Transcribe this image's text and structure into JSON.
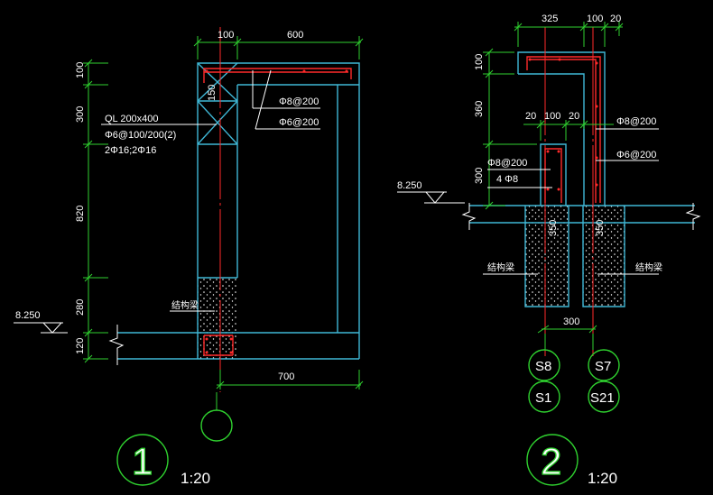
{
  "colors": {
    "background": "#000000",
    "outline": "#3fb7d6",
    "dimension": "#2fd12f",
    "rebar": "#ff2a2a",
    "text": "#ffffff",
    "fill_dots": "#ffffff",
    "axis_circle": "#2fd12f"
  },
  "detail1": {
    "dims_top": [
      "100",
      "600"
    ],
    "dims_left": [
      "100",
      "300",
      "820",
      "280",
      "120"
    ],
    "dim_bottom": "700",
    "dim_150": "150",
    "elevation": "8.250",
    "beam_label_1": "QL  200x400",
    "beam_label_2": "Φ6@100/200(2)",
    "beam_label_3": "2Φ16;2Φ16",
    "rebar_label_1": "Φ8@200",
    "rebar_label_2": "Φ6@200",
    "structural_beam": "结构梁",
    "number": "1",
    "scale": "1:20"
  },
  "detail2": {
    "dims_top": [
      "325",
      "100",
      "20"
    ],
    "dims_left": [
      "100",
      "360",
      "300"
    ],
    "dims_mid": [
      "20",
      "100",
      "20"
    ],
    "dim_bottom": "300",
    "dim_350_a": "350",
    "dim_350_b": "350",
    "elevation": "8.250",
    "rebar_label_1": "Φ8@200",
    "rebar_label_2": "Φ6@200",
    "rebar_label_3": "Φ8@200",
    "rebar_label_4": "4 Φ8",
    "structural_beam_a": "结构梁",
    "structural_beam_b": "结构梁",
    "axis_labels": [
      "S8",
      "S7",
      "S1",
      "S21"
    ],
    "number": "2",
    "scale": "1:20"
  }
}
